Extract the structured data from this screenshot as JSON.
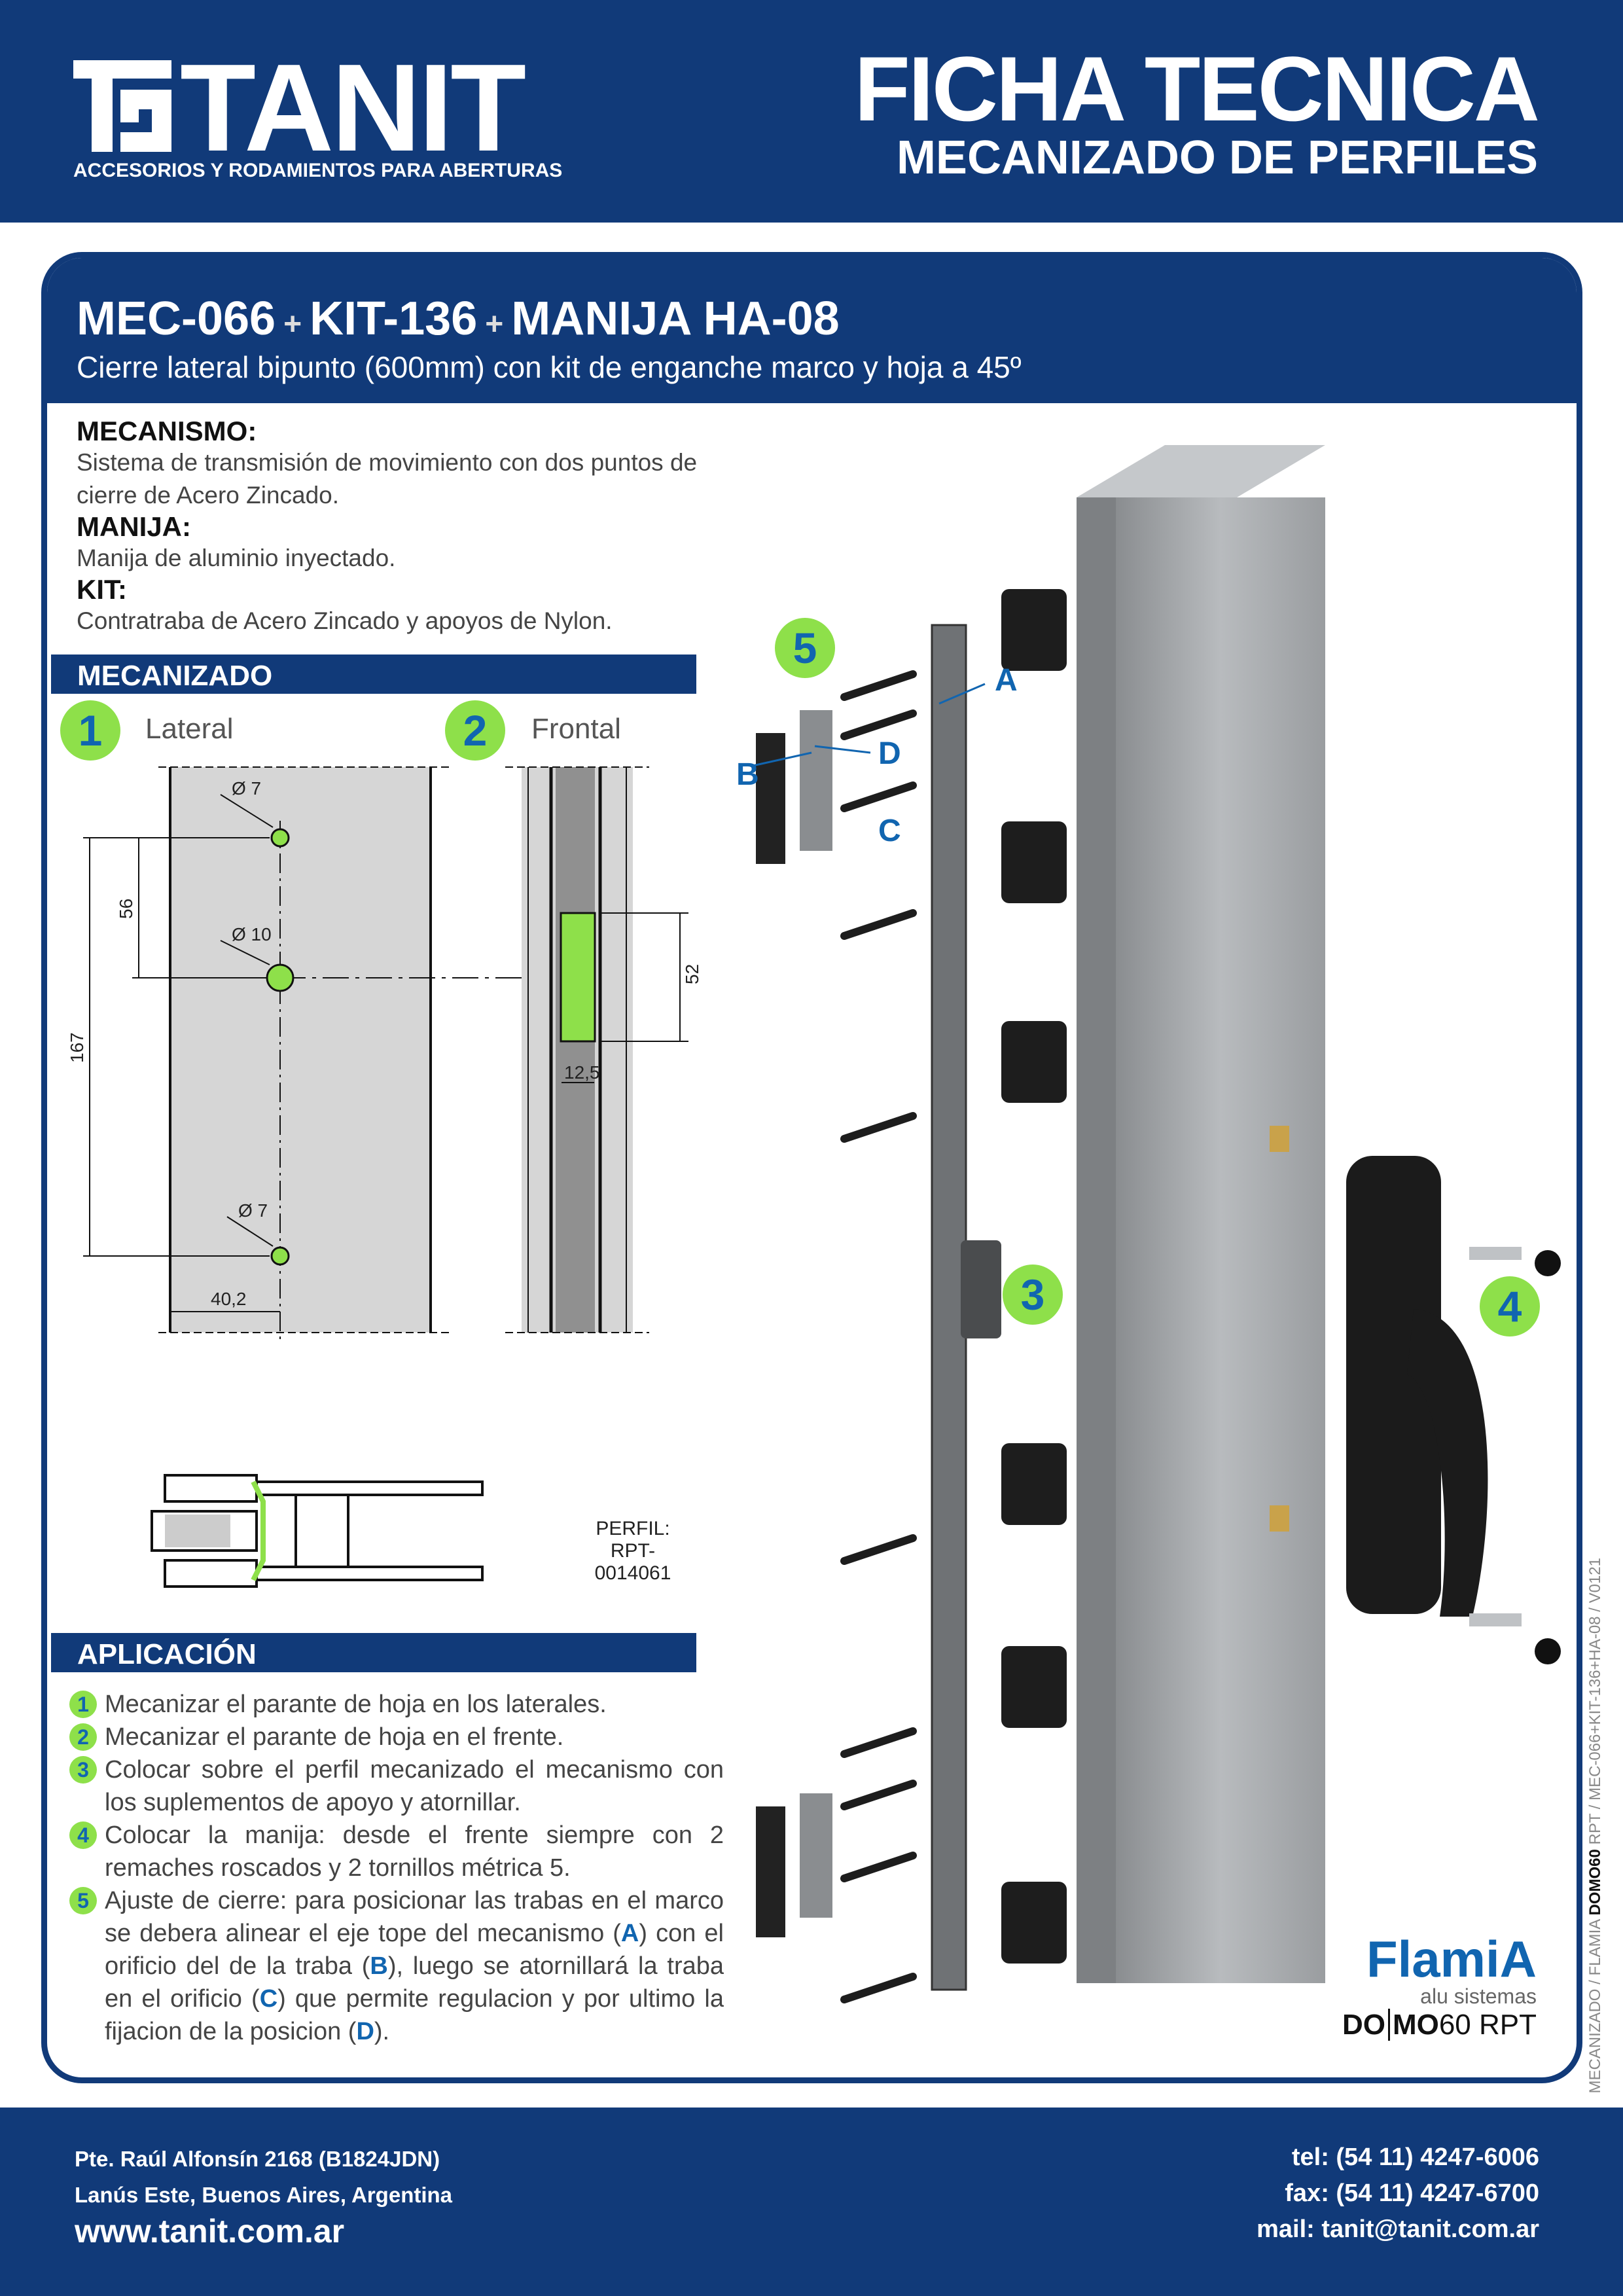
{
  "header": {
    "brand": "TANIT",
    "tagline": "ACCESORIOS Y RODAMIENTOS PARA ABERTURAS",
    "title": "FICHA TECNICA",
    "subtitle": "MECANIZADO DE PERFILES"
  },
  "product": {
    "codes": [
      "MEC-066",
      "KIT-136",
      "MANIJA HA-08"
    ],
    "plus": "+",
    "description": "Cierre lateral bipunto (600mm) con kit de enganche marco y hoja a 45º"
  },
  "specs": [
    {
      "heading": "MECANISMO:",
      "text": "Sistema de transmisión de movimiento con dos puntos de cierre de Acero Zincado."
    },
    {
      "heading": "MANIJA:",
      "text": "Manija de aluminio inyectado."
    },
    {
      "heading": "KIT:",
      "text": "Contratraba de Acero Zincado y apoyos de Nylon."
    }
  ],
  "mecanizado": {
    "title": "MECANIZADO",
    "views": [
      {
        "num": "1",
        "label": "Lateral"
      },
      {
        "num": "2",
        "label": "Frontal"
      }
    ],
    "dims": {
      "d_top": "Ø 7",
      "d_mid": "Ø 10",
      "d_bot": "Ø 7",
      "d56": "56",
      "d167": "167",
      "d40": "40,2",
      "d52": "52",
      "d12": "12,5"
    },
    "profile_label": "PERFIL:",
    "profile_code": "RPT-0014061"
  },
  "aplicacion": {
    "title": "APLICACIÓN",
    "items": [
      {
        "num": "1",
        "text": "Mecanizar el parante de hoja en los laterales."
      },
      {
        "num": "2",
        "text": "Mecanizar el parante de hoja en el frente."
      },
      {
        "num": "3",
        "text": "Colocar sobre el perfil mecanizado el mecanismo con los suplementos de apoyo y atornillar."
      },
      {
        "num": "4",
        "text": "Colocar la manija: desde el frente siempre con 2 remaches roscados y 2 tornillos métrica 5."
      },
      {
        "num": "5",
        "parts": [
          "Ajuste de cierre: para posicionar las trabas en el marco se debera alinear el eje tope del mecanismo (",
          "A",
          ") con el orificio del de la traba (",
          "B",
          "), luego se atornillará la traba en el orificio (",
          "C",
          ") que permite regulacion y por ultimo la fijacion de la posicion (",
          "D",
          ")."
        ]
      }
    ]
  },
  "diagram": {
    "labels": {
      "A": "A",
      "B": "B",
      "C": "C",
      "D": "D"
    },
    "callouts": [
      "3",
      "4",
      "5"
    ]
  },
  "partner": {
    "brand": "FlamiA",
    "sub": "alu sistemas",
    "line_a": "DO",
    "line_b": "MO",
    "line_c": "60 RPT"
  },
  "side_code": {
    "a": "MECANIZADO / FLAMIA ",
    "b": "DOMO60",
    "c": " RPT / MEC-066+KIT-136+HA-08  / V0121"
  },
  "footer": {
    "address1": "Pte. Raúl Alfonsín 2168 (B1824JDN)",
    "address2": "Lanús Este, Buenos Aires, Argentina",
    "web": "www.tanit.com.ar",
    "tel": "tel: (54 11) 4247-6006",
    "fax": "fax: (54 11) 4247-6700",
    "mail": "mail: tanit@tanit.com.ar"
  },
  "colors": {
    "brand_blue": "#113a79",
    "accent_green": "#8ee04a",
    "label_blue": "#1165b0"
  }
}
